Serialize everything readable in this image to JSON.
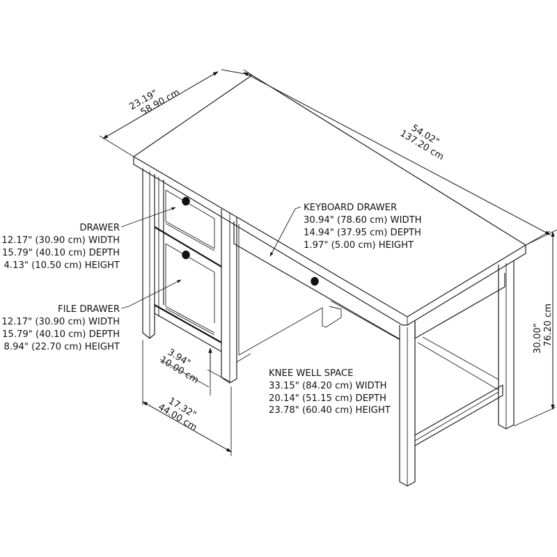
{
  "overall": {
    "depth": {
      "in": "23.19\"",
      "cm": "58.90 cm"
    },
    "width": {
      "in": "54.02\"",
      "cm": "137.20 cm"
    },
    "height": {
      "in": "30.00\"",
      "cm": "76.20 cm"
    },
    "pedestal_depth": {
      "in": "17.32\"",
      "cm": "44.00 cm"
    },
    "base_clearance": {
      "in": "3.94\"",
      "cm": "10.00 cm"
    }
  },
  "callouts": {
    "drawer": {
      "title": "DRAWER",
      "lines": [
        "12.17\" (30.90 cm) WIDTH",
        "15.79\" (40.10 cm) DEPTH",
        "4.13\" (10.50 cm) HEIGHT"
      ]
    },
    "file_drawer": {
      "title": "FILE DRAWER",
      "lines": [
        "12.17\" (30.90 cm) WIDTH",
        "15.79\" (40.10 cm) DEPTH",
        "8.94\" (22.70 cm) HEIGHT"
      ]
    },
    "keyboard_drawer": {
      "title": "KEYBOARD DRAWER",
      "lines": [
        "30.94\" (78.60 cm) WIDTH",
        "14.94\" (37.95 cm) DEPTH",
        "1.97\" (5.00 cm) HEIGHT"
      ]
    },
    "knee_well": {
      "title": "KNEE WELL SPACE",
      "lines": [
        "33.15\" (84.20 cm) WIDTH",
        "20.14\" (51.15 cm) DEPTH",
        "23.78\" (60.40 cm) HEIGHT"
      ]
    }
  },
  "icons": {
    "drawer_knob": "knob-icon",
    "file_drawer_knob": "knob-icon",
    "keyboard_drawer_knob": "knob-icon"
  }
}
